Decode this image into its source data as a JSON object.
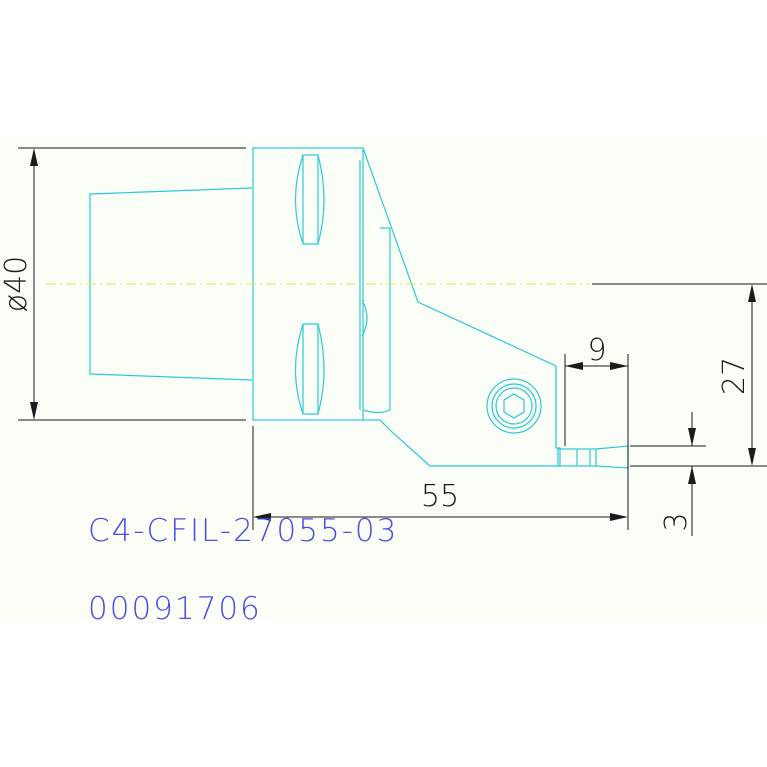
{
  "drawing": {
    "dimensions": {
      "diameter": "ø40",
      "length_overall": "55",
      "height": "27",
      "width_insert": "9",
      "depth": "3"
    },
    "part_number": "C4-CFIL-27055-03",
    "order_number": "00091706",
    "colors": {
      "outline": "#2ec8d8",
      "dimension": "#1a1a1a",
      "centerline": "#e8e84a",
      "text": "#4a4de0",
      "background": "#fbfdf7"
    }
  }
}
